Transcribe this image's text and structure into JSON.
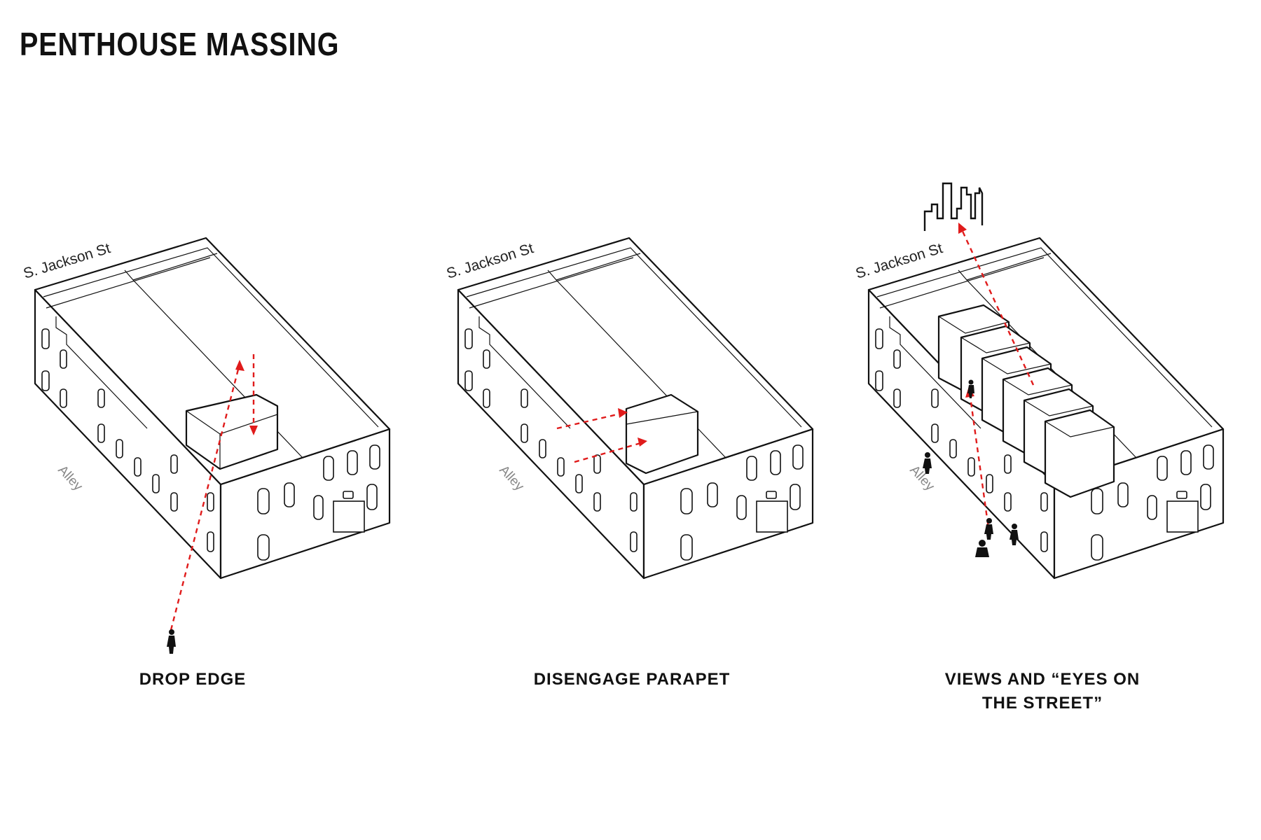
{
  "title": "PENTHOUSE MASSING",
  "panels": [
    {
      "street_label": "S. Jackson St",
      "alley_label": "Alley",
      "caption_lines": [
        "DROP EDGE"
      ]
    },
    {
      "street_label": "S. Jackson St",
      "alley_label": "Alley",
      "caption_lines": [
        "DISENGAGE PARAPET"
      ]
    },
    {
      "street_label": "S. Jackson St",
      "alley_label": "Alley",
      "caption_lines": [
        "VIEWS AND “EYES ON",
        "THE STREET”"
      ]
    }
  ],
  "colors": {
    "sightline": "#e01b1b",
    "linework": "#111111"
  }
}
